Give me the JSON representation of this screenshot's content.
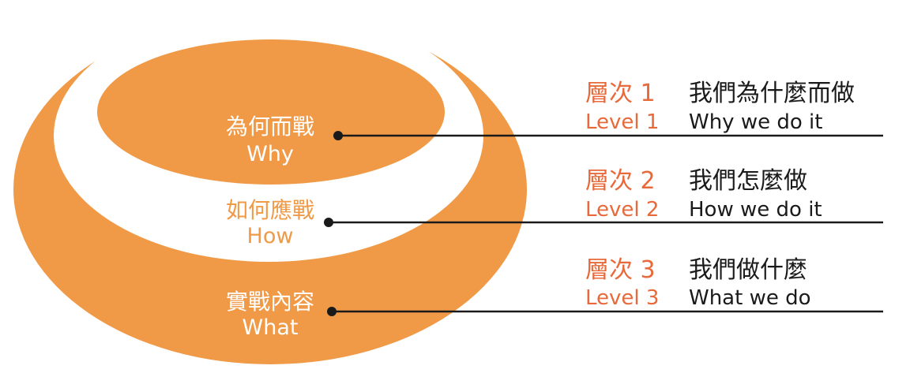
{
  "colors": {
    "orange": "#F09A47",
    "level_label": "#E8693A",
    "text": "#1A1A1A",
    "ring_text_white": "#FFFFFF",
    "ring_text_orange": "#F09A47"
  },
  "rings": [
    {
      "zh": "為何而戰",
      "en": "Why"
    },
    {
      "zh": "如何應戰",
      "en": "How"
    },
    {
      "zh": "實戰內容",
      "en": "What"
    }
  ],
  "levels": [
    {
      "zh_label": "層次 1",
      "zh_desc": "我們為什麼而做",
      "en_label": "Level 1",
      "en_desc": "Why we do it"
    },
    {
      "zh_label": "層次 2",
      "zh_desc": "我們怎麼做",
      "en_label": "Level 2",
      "en_desc": "How we do it"
    },
    {
      "zh_label": "層次 3",
      "zh_desc": "我們做什麼",
      "en_label": "Level 3",
      "en_desc": "What we do"
    }
  ]
}
